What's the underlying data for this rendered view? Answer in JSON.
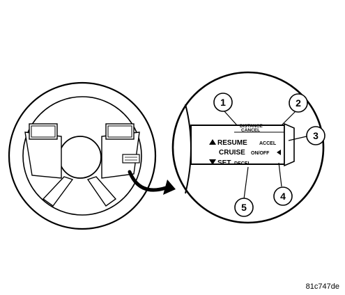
{
  "callouts": [
    "1",
    "2",
    "3",
    "4",
    "5"
  ],
  "stalk_labels": {
    "distance": "DISTANCE",
    "cancel": "CANCEL",
    "resume": "RESUME",
    "accel": "ACCEL",
    "cruise": "CRUISE",
    "onoff": "ON/OFF",
    "set": "SET",
    "decel": "DECEL"
  },
  "figure_code": "81c747de"
}
